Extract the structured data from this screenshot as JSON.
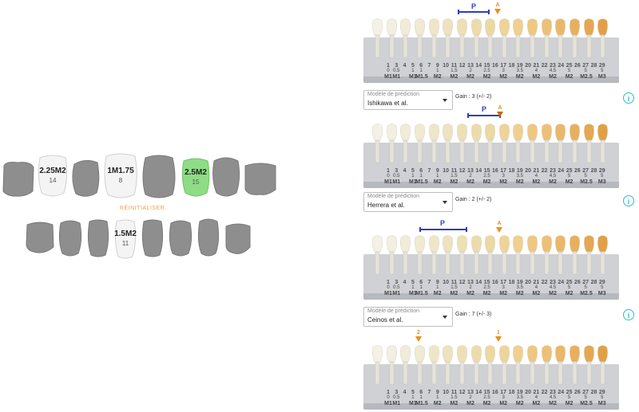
{
  "reset_label": "RÉINITIALISER",
  "colors": {
    "accent": "#e8901f",
    "range": "#2d3ec2",
    "selected_tooth": "#8fdc86",
    "info": "#2bbbd6"
  },
  "upper_teeth": [
    {
      "label": "",
      "sub": "",
      "state": "gray"
    },
    {
      "label": "2.25M2",
      "sub": "14",
      "state": "white"
    },
    {
      "label": "",
      "sub": "",
      "state": "gray"
    },
    {
      "label": "1M1.75",
      "sub": "8",
      "state": "white"
    },
    {
      "label": "",
      "sub": "",
      "state": "gray"
    },
    {
      "label": "2.5M2",
      "sub": "15",
      "state": "selected"
    },
    {
      "label": "",
      "sub": "",
      "state": "gray"
    },
    {
      "label": "",
      "sub": "",
      "state": "gray"
    }
  ],
  "lower_teeth": [
    {
      "label": "",
      "sub": "",
      "state": "gray"
    },
    {
      "label": "",
      "sub": "",
      "state": "gray"
    },
    {
      "label": "",
      "sub": "",
      "state": "gray"
    },
    {
      "label": "1.5M2",
      "sub": "11",
      "state": "white"
    },
    {
      "label": "",
      "sub": "",
      "state": "gray"
    },
    {
      "label": "",
      "sub": "",
      "state": "gray"
    },
    {
      "label": "",
      "sub": "",
      "state": "gray"
    },
    {
      "label": "",
      "sub": "",
      "state": "gray"
    }
  ],
  "shade_guide": {
    "numbers": [
      "1",
      "3",
      "4",
      "5",
      "6",
      "7",
      "9",
      "10",
      "11",
      "12",
      "13",
      "14",
      "15",
      "16",
      "17",
      "18",
      "19",
      "20",
      "21",
      "22",
      "23",
      "24",
      "25",
      "26",
      "27",
      "28",
      "29"
    ],
    "codes": [
      "0 M1",
      "0.5 M1",
      "",
      "1 M1",
      "1 M1.5",
      "",
      "1 M2",
      "",
      "1.5 M2",
      "",
      "2 M2",
      "",
      "2.5 M2",
      "",
      "3 M2",
      "",
      "3.5 M2",
      "",
      "4 M2",
      "",
      "4.5 M2",
      "",
      "5 M2",
      "",
      "5 M2.5",
      "",
      "5 M3"
    ],
    "tab_colors": [
      "#f4f1e6",
      "#f2efe2",
      "#f1ecda",
      "#f0ead3",
      "#efe6ca",
      "#eee2bf",
      "#eddfb6",
      "#ecdcad",
      "#ebd8a2",
      "#eed39a",
      "#f0cf8f",
      "#eec782",
      "#ecc077",
      "#e9b86a",
      "#e7b05f",
      "#e4a853",
      "#e1a048"
    ]
  },
  "panels": [
    {
      "range": {
        "label": "P"
      },
      "marker": {
        "label": "A"
      },
      "model_caption": "Modèle de prédiction",
      "model_value": "Ishikawa et al.",
      "gain_text": "Gain : 3  (+/- 2)",
      "info_label": "i"
    },
    {
      "range": {
        "label": "P"
      },
      "marker": {
        "label": "A"
      },
      "model_caption": "Modèle de prédiction",
      "model_value": "Herrera et al.",
      "gain_text": "Gain : 2  (+/- 2)",
      "info_label": "i"
    },
    {
      "range": {
        "label": "P"
      },
      "marker": {
        "label": "A"
      },
      "model_caption": "Modèle de prédiction",
      "model_value": "Ceinos et al.",
      "gain_text": "Gain : 7  (+/- 3)",
      "info_label": "i"
    },
    {
      "markers": [
        {
          "label": "2"
        },
        {
          "label": "1"
        }
      ]
    }
  ]
}
